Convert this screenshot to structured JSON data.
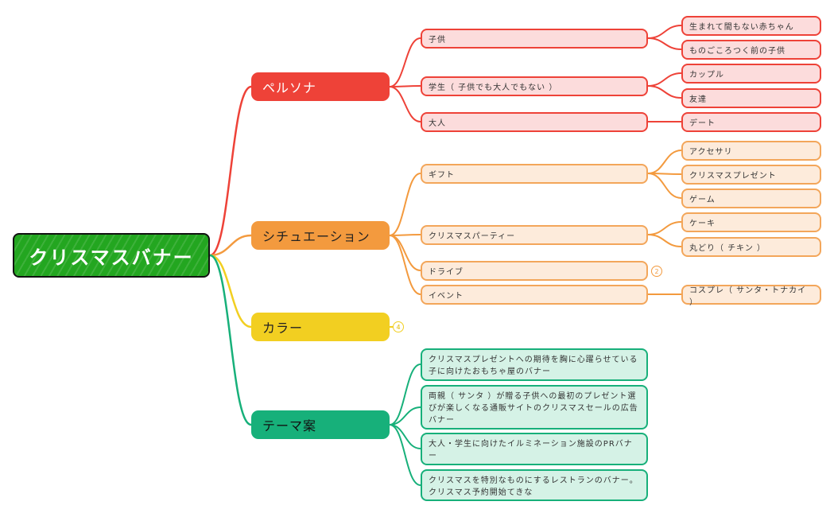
{
  "colors": {
    "root": "#23a620",
    "persona": "#ee4238",
    "situation": "#f39a3e",
    "color": "#f2cf21",
    "theme": "#17b07a"
  },
  "root": {
    "label": "クリスマスバナー"
  },
  "persona": {
    "label": "ペルソナ",
    "children": [
      {
        "label": "子供",
        "children": [
          "生まれて間もない赤ちゃん",
          "ものごころつく前の子供"
        ]
      },
      {
        "label": "学生（ 子供でも大人でもない ）",
        "children": [
          "カップル",
          "友達"
        ]
      },
      {
        "label": "大人",
        "children": [
          "デート"
        ]
      }
    ]
  },
  "situation": {
    "label": "シチュエーション",
    "children": [
      {
        "label": "ギフト",
        "children": [
          "アクセサリ",
          "クリスマスプレゼント",
          "ゲーム"
        ]
      },
      {
        "label": "クリスマスパーティー",
        "children": [
          "ケーキ",
          "丸どり（ チキン ）"
        ]
      },
      {
        "label": "ドライブ",
        "collapsed_count": "2"
      },
      {
        "label": "イベント",
        "children": [
          "コスプレ（ サンタ・トナカイ ）"
        ]
      }
    ]
  },
  "color": {
    "label": "カラー",
    "collapsed_count": "4"
  },
  "theme": {
    "label": "テーマ案",
    "children": [
      "クリスマスプレゼントへの期待を胸に心躍らせている子に向けたおもちゃ屋のバナー",
      "両親（ サンタ ）が贈る子供への最初のプレゼント選びが楽しくなる通販サイトのクリスマスセールの広告バナー",
      "大人・学生に向けたイルミネーション施設のPRバナー",
      "クリスマスを特別なものにするレストランのバナー。クリスマス予約開始てきな"
    ]
  }
}
